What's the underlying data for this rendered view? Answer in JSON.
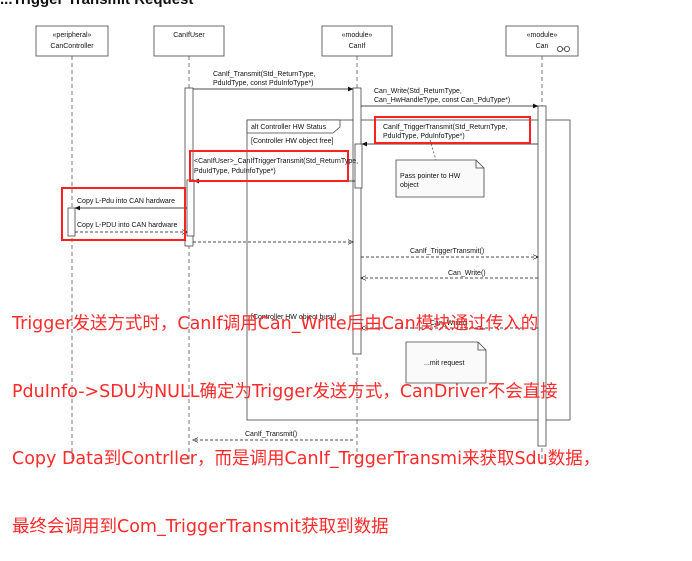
{
  "top_cut_text": "...Trigger Transmit Request",
  "participants": [
    {
      "stereotype": "«peripheral»",
      "name": "CanController"
    },
    {
      "stereotype": "",
      "name": "CanIfUser"
    },
    {
      "stereotype": "«module»",
      "name": "CanIf"
    },
    {
      "stereotype": "«module»",
      "name": "Can"
    }
  ],
  "messages": {
    "m1_line1": "CanIf_Transmit(Std_ReturnType,",
    "m1_line2": "PduIdType, const PduInfoType*)",
    "m2_line1": "Can_Write(Std_ReturnType,",
    "m2_line2": "Can_HwHandleType, const Can_PduType*)",
    "m3_line1": "CanIf_TriggerTransmit(Std_ReturnType,",
    "m3_line2": "PduIdType, PduInfoType*)",
    "m4_line1": "<CanIfUser>_CanIfTriggerTransmit(Std_ReturnType,",
    "m4_line2": "PduIdType, PduInfoType*)",
    "m5": "Copy L-Pdu into CAN hardware",
    "m6": "Copy L-PDU into CAN hardware",
    "m7": "CanIf_TriggerTransmit()",
    "m8": "Can_Write()",
    "m9": "Can_Write()",
    "m10": "CanIf_Transmit()"
  },
  "fragment": {
    "label": "alt Controller HW Status",
    "guard1": "[Controller HW object free]",
    "guard2": "[Controller HW object busy]"
  },
  "notes": {
    "note1_line1": "Pass pointer to HW",
    "note1_line2": "object",
    "note2": "...mit request"
  },
  "annotation_lines": [
    "Trigger发送方式时，CanIf调用Can_Write后由Can模块通过传入的",
    "PduInfo->SDU为NULL确定为Trigger发送方式，CanDriver不会直接",
    "Copy Data到Contrller，而是调用CanIf_TrggerTransmi来获取Sdu数据，",
    "最终会调用到Com_TriggerTransmit获取到数据"
  ],
  "colors": {
    "highlight": "#ff2020",
    "line": "#333333",
    "box_fill": "#ffffff",
    "note_fill": "#fafafa"
  },
  "icons": [
    "component-icon"
  ]
}
